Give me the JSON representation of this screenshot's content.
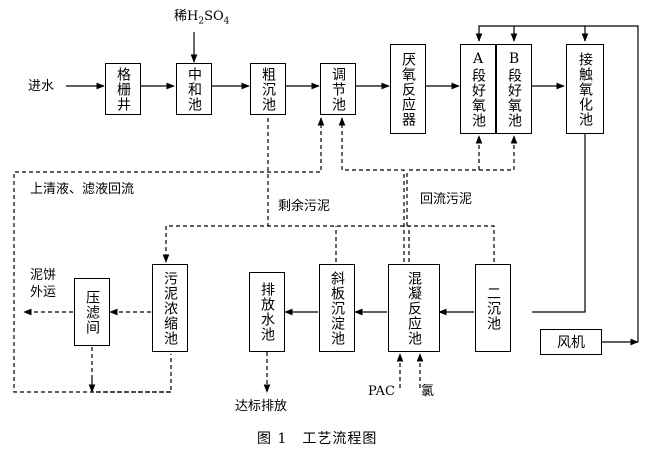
{
  "units": {
    "grille_well": "格栅井",
    "neutralization_tank": "中和池",
    "primary_sedimentation": "粗沉池",
    "equalization_tank": "调节池",
    "anaerobic_reactor": "厌氧反应器",
    "a_stage_aerobic": "A段好氧池",
    "b_stage_aerobic": "B段好氧池",
    "contact_oxidation": "接触氧化池",
    "secondary_clarifier": "二沉池",
    "coag_reaction": "混凝反应池",
    "inclined_plate": "斜板沉淀池",
    "discharge_tank": "排放水池",
    "sludge_thickener": "污泥浓缩池",
    "filter_press": "压滤间",
    "blower": "风机"
  },
  "labels": {
    "inflow": "进水",
    "supernatant_return": "上清液、滤液回流",
    "excess_sludge": "剩余污泥",
    "return_sludge": "回流污泥",
    "sludge_cake_out": "泥饼外运",
    "compliant_discharge": "达标排放",
    "pac": "PAC",
    "chlorine": "氯"
  },
  "reagent": {
    "prefix": "稀H",
    "sub1": "2",
    "mid": "SO",
    "sub2": "4"
  },
  "caption": "图 1　工艺流程图"
}
